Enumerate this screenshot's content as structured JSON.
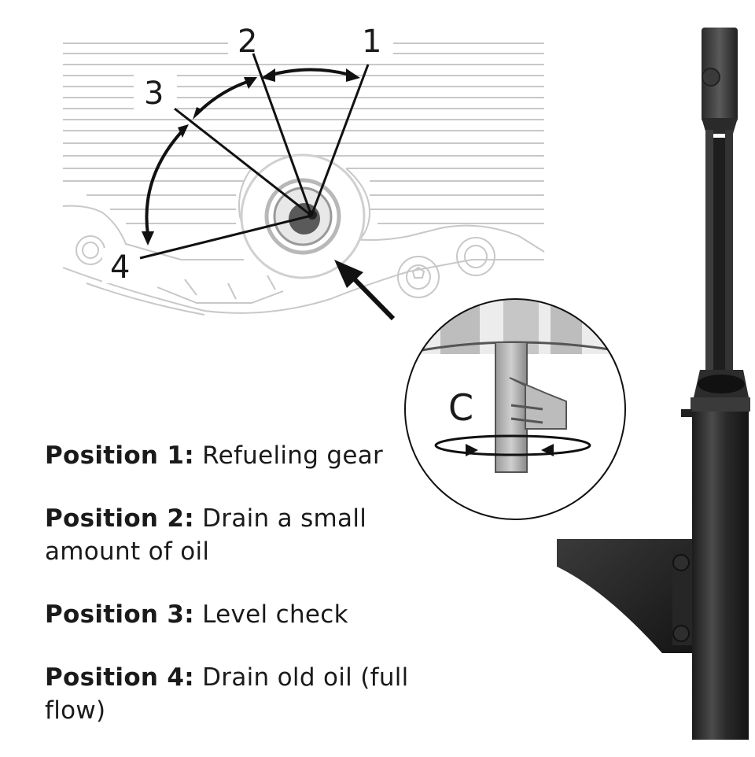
{
  "diagram": {
    "markers": [
      "1",
      "2",
      "3",
      "4"
    ],
    "detail_label": "C"
  },
  "legend": [
    {
      "label": "Position 1:",
      "text": "Refueling gear"
    },
    {
      "label": "Position 2:",
      "text": "Drain a small amount of oil"
    },
    {
      "label": "Position 3:",
      "text": "Level check"
    },
    {
      "label": "Position 4:",
      "text": "Drain old oil (full flow)"
    }
  ],
  "colors": {
    "ink": "#1a1a1a",
    "line_art": "#c8c8c8",
    "tool_dark": "#2b2b2b",
    "tool_mid": "#4a4a4a"
  }
}
